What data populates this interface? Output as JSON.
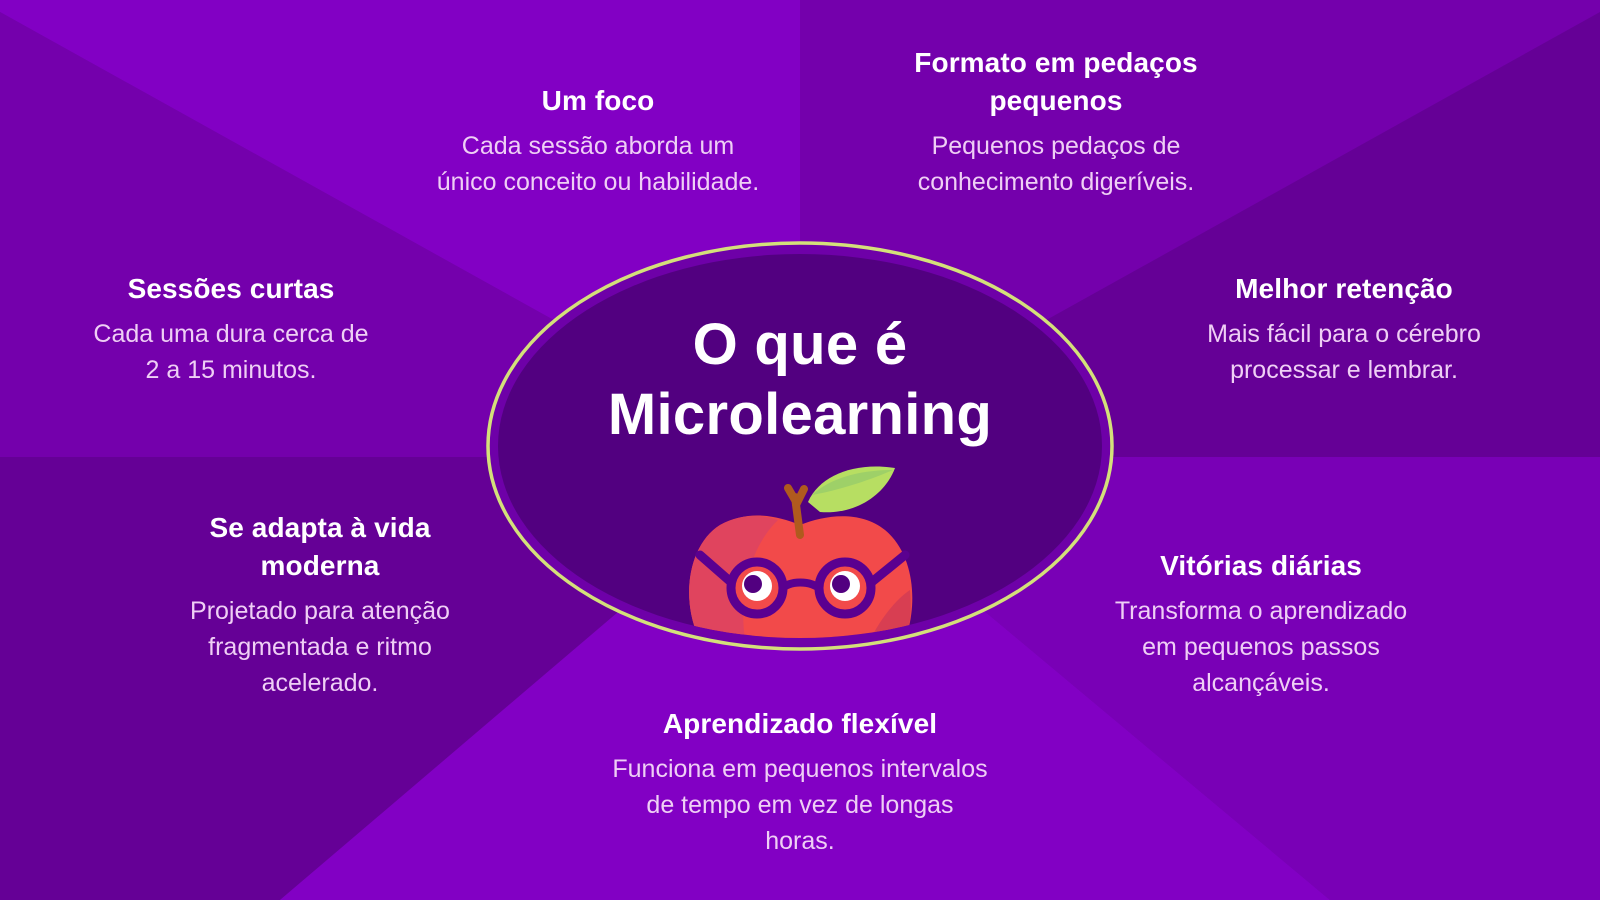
{
  "title": {
    "line1": "O que é",
    "line2": "Microlearning"
  },
  "colors": {
    "bg_light": "#8200C4",
    "bg_mid": "#7400AC",
    "bg_dark": "#650096",
    "ellipse_ring": "#D4E07A",
    "ellipse_band": "#6E00A8",
    "ellipse_fill": "#520080",
    "heading_text": "#FFFFFF",
    "body_text": "#EFCFF5",
    "apple_red": "#F24A4A",
    "apple_shade": "#E0445E",
    "leaf_green": "#B7DE62",
    "stem_brown": "#B05A1E",
    "glasses": "#5A0090"
  },
  "mascot": {
    "icon": "apple-with-glasses-icon"
  },
  "items": [
    {
      "key": "um-foco",
      "title": "Um foco",
      "lines": [
        "Cada sessão aborda um",
        "único conceito ou habilidade."
      ]
    },
    {
      "key": "formato-pedacos",
      "title_lines": [
        "Formato em pedaços",
        "pequenos"
      ],
      "lines": [
        "Pequenos pedaços de",
        "conhecimento digeríveis."
      ]
    },
    {
      "key": "sessoes-curtas",
      "title": "Sessões curtas",
      "lines": [
        "Cada uma dura cerca de",
        "2 a 15 minutos."
      ]
    },
    {
      "key": "melhor-retencao",
      "title": "Melhor retenção",
      "lines": [
        "Mais fácil para o cérebro",
        "processar e lembrar."
      ]
    },
    {
      "key": "vida-moderna",
      "title_lines": [
        "Se adapta à vida",
        "moderna"
      ],
      "lines": [
        "Projetado para atenção",
        "fragmentada e ritmo",
        "acelerado."
      ]
    },
    {
      "key": "vitorias-diarias",
      "title": "Vitórias diárias",
      "lines": [
        "Transforma o aprendizado",
        "em pequenos passos",
        "alcançáveis."
      ]
    },
    {
      "key": "aprendizado-flexivel",
      "title": "Aprendizado flexível",
      "lines": [
        "Funciona em pequenos intervalos",
        "de tempo em vez de longas",
        "horas."
      ]
    }
  ]
}
